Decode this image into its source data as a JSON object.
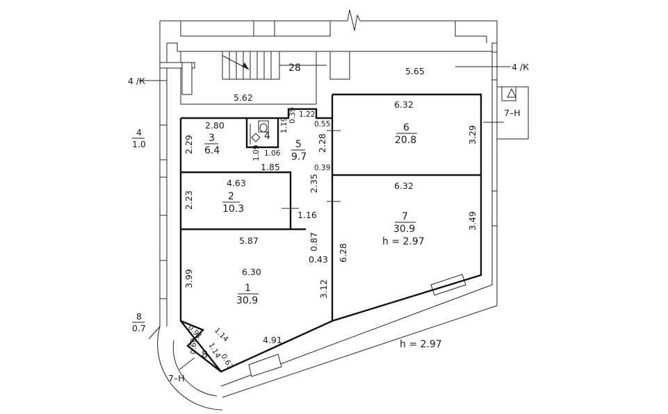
{
  "plan": {
    "height_labels": [
      "h = 2.97",
      "h = 2.97"
    ],
    "top": {
      "room28": "28",
      "corridor_len": "5.62",
      "right_len": "5.65",
      "axis_left": "4 /К",
      "axis_right": "4 /К",
      "axis_7h_right": "7–H",
      "axis_7h_bottom": "7–H"
    },
    "left_notes": [
      {
        "num": "4",
        "area": "1.0"
      },
      {
        "num": "8",
        "area": "0.7"
      }
    ],
    "rooms": [
      {
        "num": "1",
        "area": "30.9"
      },
      {
        "num": "2",
        "area": "10.3"
      },
      {
        "num": "3",
        "area": "6.4"
      },
      {
        "num": "4",
        "area": ""
      },
      {
        "num": "5",
        "area": "9.7"
      },
      {
        "num": "6",
        "area": "20.8"
      },
      {
        "num": "7",
        "area": "30.9"
      },
      {
        "num": "8",
        "area": ""
      }
    ],
    "dims": {
      "r3_w": "2.80",
      "r3_h": "2.29",
      "wc_h": "1.19",
      "wc_a": "1.06",
      "wc_b": "1.09",
      "r5_a": "1.22",
      "r5_b": "0.39",
      "r5_c": "1.85",
      "r5_d": "0.55",
      "r5_e": "2.28",
      "r5_f": "0.39",
      "r5_g": "2.35",
      "r5_h": "1.16",
      "r2_w": "4.63",
      "r2_h": "2.23",
      "r6_w": "6.32",
      "r6_h": "3.29",
      "r7_w": "6.32",
      "r7_h": "3.49",
      "r7_l": "6.28",
      "r1_w1": "5.87",
      "r1_w2": "6.30",
      "r1_h": "3.99",
      "r1_a": "0.87",
      "r1_b": "0.43",
      "r1_c": "3.12",
      "r1_d": "4.91",
      "r8_a": "0.91",
      "r8_b": "1.14",
      "r8_c": "0.60",
      "r8_d": "1.14",
      "r8_e": "0.63"
    }
  }
}
